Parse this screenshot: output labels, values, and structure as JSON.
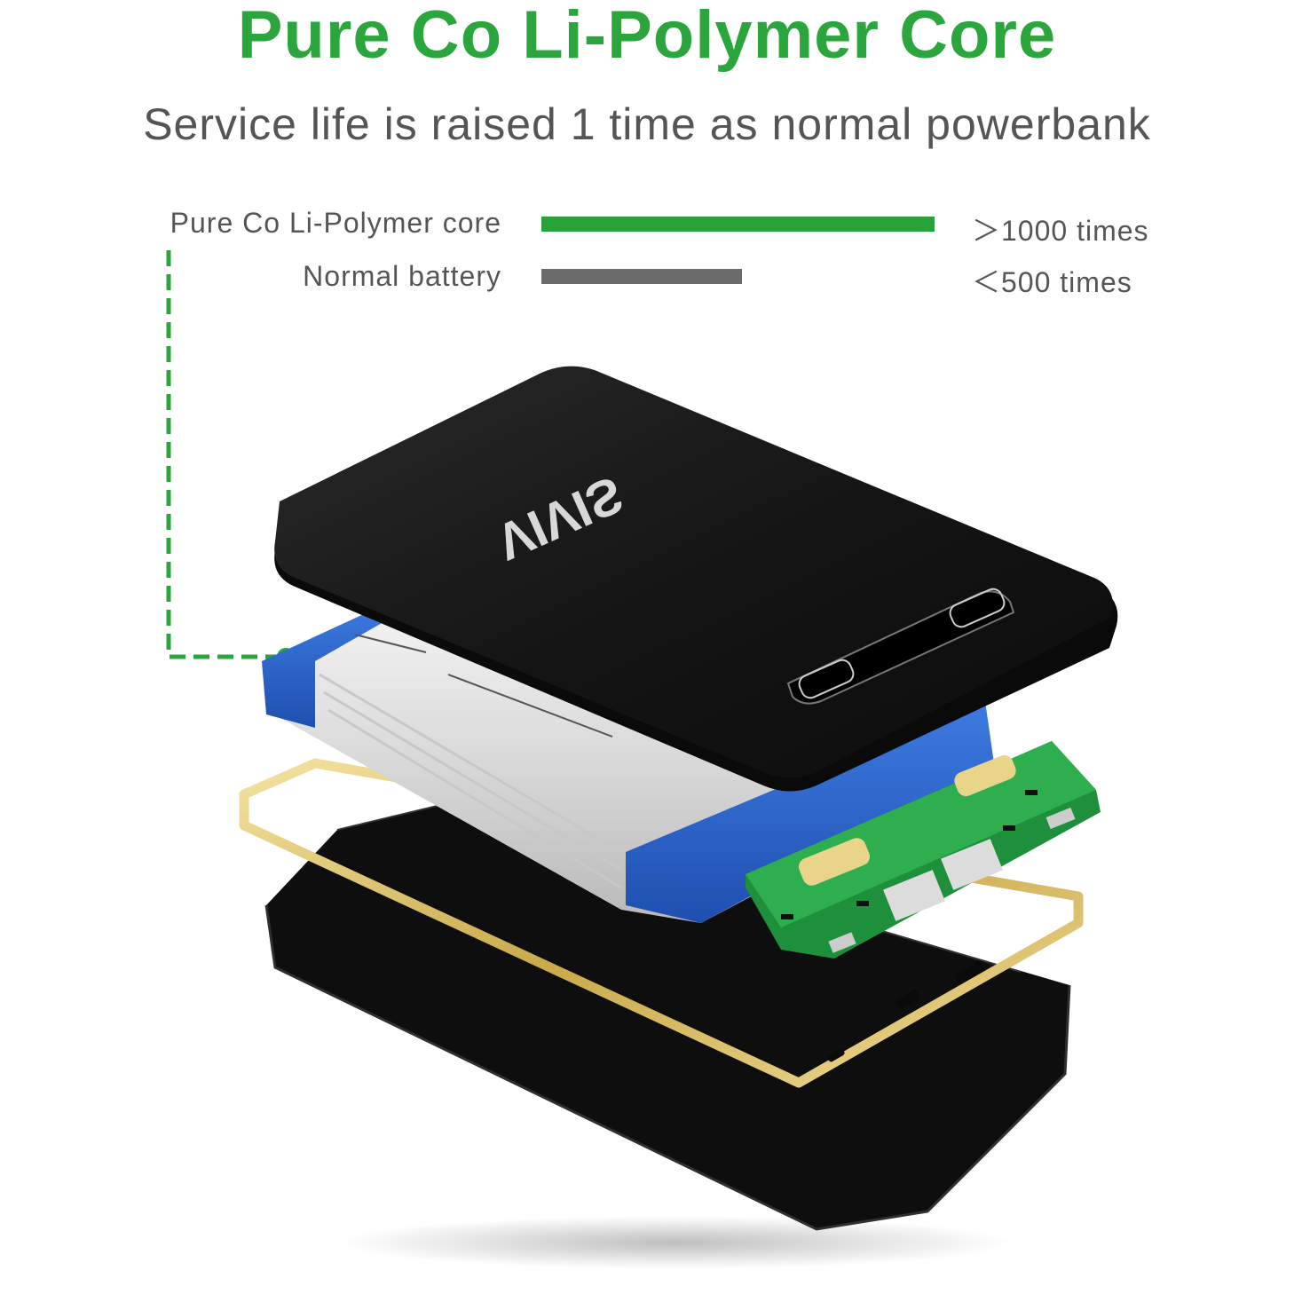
{
  "header": {
    "title": "Pure Co Li-Polymer Core",
    "subtitle": "Service life is raised 1 time as normal powerbank"
  },
  "comparison": [
    {
      "label": "Pure Co Li-Polymer core",
      "value_text": "＞1000 times",
      "cycles": 1000,
      "bar_color": "#27a33a"
    },
    {
      "label": "Normal battery",
      "value_text": "＜500 times",
      "cycles": 500,
      "bar_color": "#6b6b6b"
    }
  ],
  "colors": {
    "accent_green": "#2aa63c",
    "text_gray": "#555555"
  },
  "product": {
    "brand_logo": "VIVIS"
  }
}
